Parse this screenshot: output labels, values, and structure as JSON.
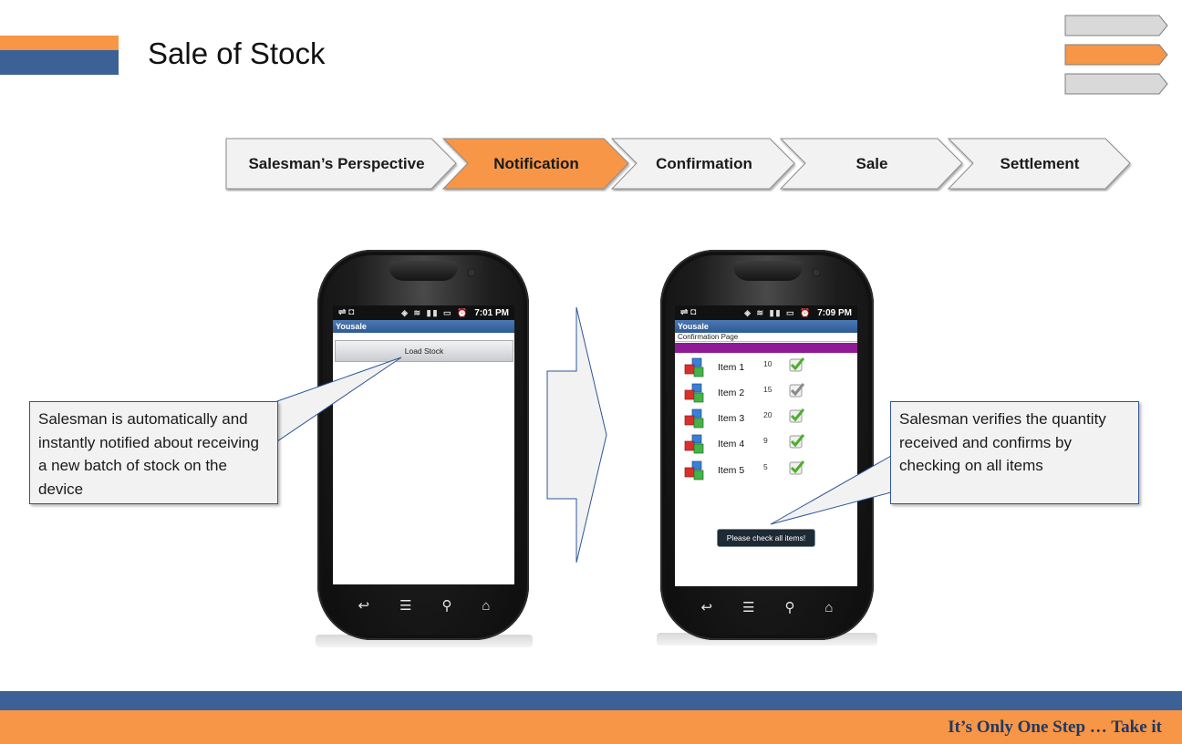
{
  "slide": {
    "title": "Sale of Stock",
    "tagline": "It’s Only One Step … Take it"
  },
  "mini_steps": {
    "count": 3,
    "active_index": 1
  },
  "process_steps": [
    {
      "label": "Salesman’s  Perspective",
      "active": false
    },
    {
      "label": "Notification",
      "active": true
    },
    {
      "label": "Confirmation",
      "active": false
    },
    {
      "label": "Sale",
      "active": false
    },
    {
      "label": "Settlement",
      "active": false
    }
  ],
  "colors": {
    "accent_orange": "#f79646",
    "accent_blue": "#3b6196",
    "inactive_step": "#f2f2f2",
    "callout_border": "#2f5597",
    "app_purple": "#8e1a96"
  },
  "phone_left": {
    "time": "7:01 PM",
    "app_name": "Yousale",
    "button_label": "Load Stock"
  },
  "phone_right": {
    "time": "7:09 PM",
    "app_name": "Yousale",
    "page_label": "Confirmation Page",
    "items": [
      {
        "name": "Item 1",
        "qty": "10",
        "checked": true
      },
      {
        "name": "Item 2",
        "qty": "15",
        "checked": false
      },
      {
        "name": "Item 3",
        "qty": "20",
        "checked": true
      },
      {
        "name": "Item 4",
        "qty": "9",
        "checked": true
      },
      {
        "name": "Item 5",
        "qty": "5",
        "checked": true
      }
    ],
    "toast": "Please check all items!"
  },
  "callouts": {
    "left": "Salesman is automatically and instantly notified about receiving a new batch of stock on the device",
    "right": "Salesman verifies the quantity received and confirms by checking on all items"
  },
  "icons": [
    "back-icon",
    "menu-icon",
    "search-icon",
    "home-icon",
    "usb-icon",
    "wifi-icon",
    "signal-icon",
    "battery-icon",
    "alarm-icon",
    "cube-icon",
    "checkbox-icon"
  ]
}
